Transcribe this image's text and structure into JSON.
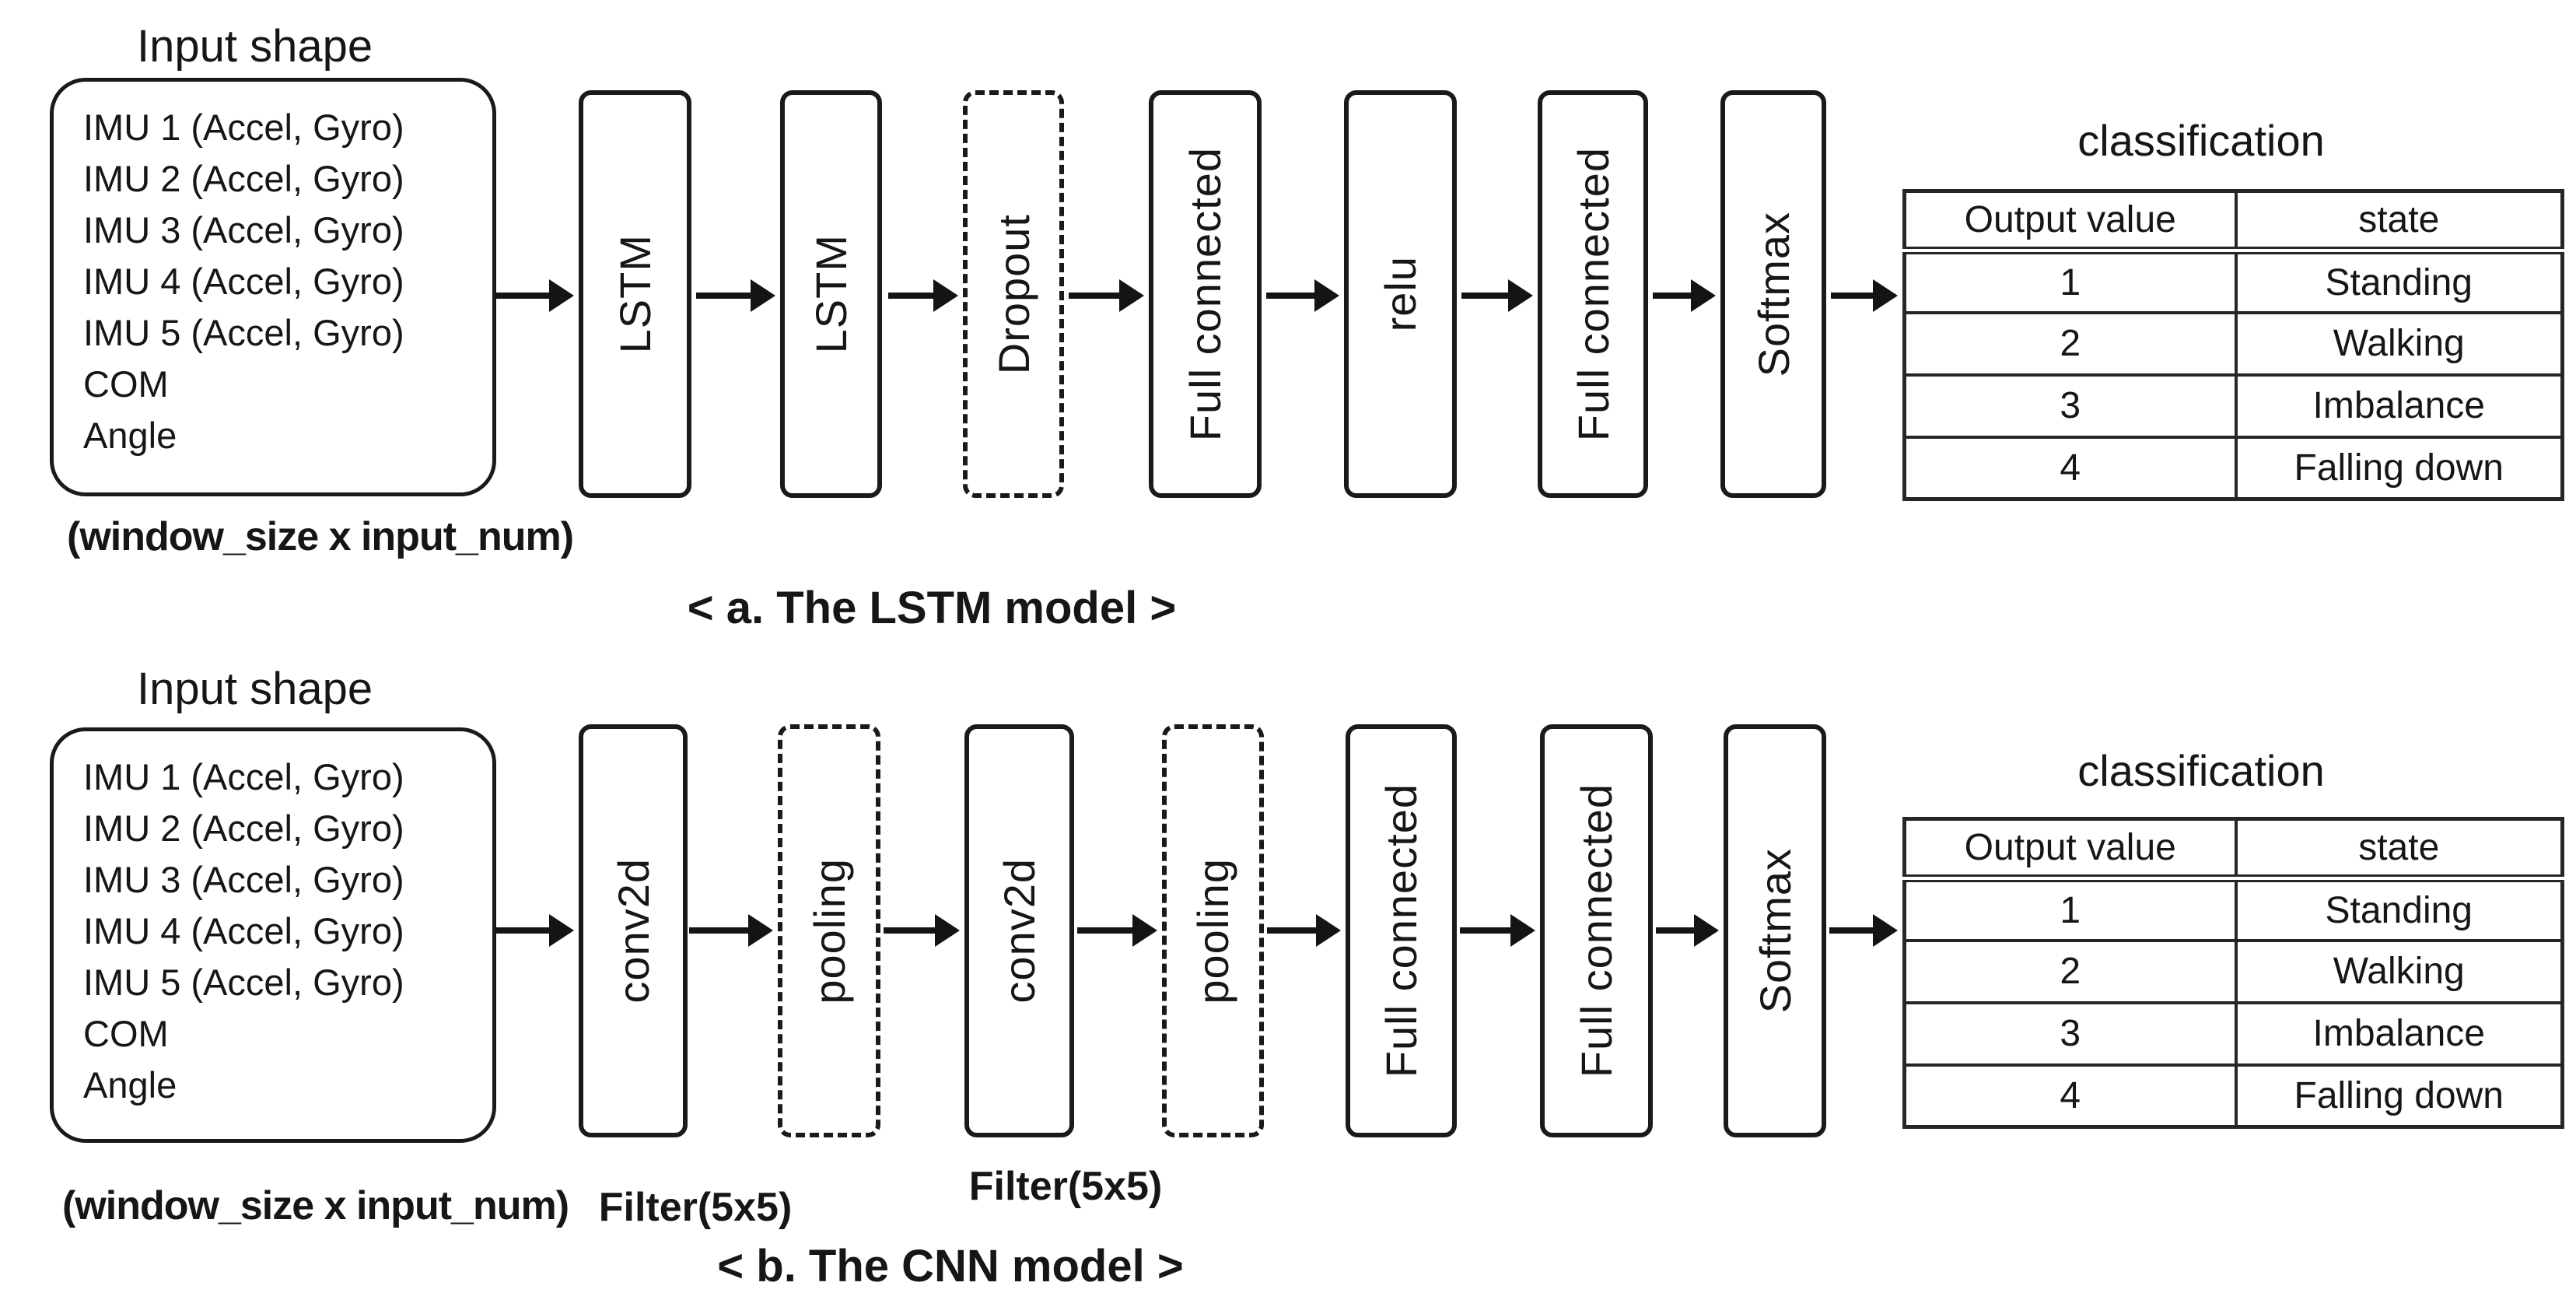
{
  "figure": {
    "colors": {
      "ink": "#1a1a1a",
      "background": "#ffffff"
    },
    "panels": [
      {
        "id": "a",
        "caption": "< a. The LSTM model >",
        "input": {
          "title": "Input shape",
          "lines": [
            "IMU 1 (Accel, Gyro)",
            "IMU 2 (Accel, Gyro)",
            "IMU 3 (Accel, Gyro)",
            "IMU 4 (Accel, Gyro)",
            "IMU 5 (Accel, Gyro)",
            "COM",
            "Angle"
          ],
          "note": "(window_size x input_num)"
        },
        "blocks": [
          {
            "label": "LSTM",
            "border": "solid"
          },
          {
            "label": "LSTM",
            "border": "solid"
          },
          {
            "label": "Dropout",
            "border": "dashed"
          },
          {
            "label": "Full connected",
            "border": "solid"
          },
          {
            "label": "relu",
            "border": "solid"
          },
          {
            "label": "Full connected",
            "border": "solid"
          },
          {
            "label": "Softmax",
            "border": "solid"
          }
        ],
        "classification": {
          "title": "classification",
          "headers": [
            "Output value",
            "state"
          ],
          "rows": [
            [
              "1",
              "Standing"
            ],
            [
              "2",
              "Walking"
            ],
            [
              "3",
              "Imbalance"
            ],
            [
              "4",
              "Falling down"
            ]
          ]
        }
      },
      {
        "id": "b",
        "caption": "< b. The CNN model >",
        "input": {
          "title": "Input shape",
          "lines": [
            "IMU 1 (Accel, Gyro)",
            "IMU 2 (Accel, Gyro)",
            "IMU 3 (Accel, Gyro)",
            "IMU 4 (Accel, Gyro)",
            "IMU 5 (Accel, Gyro)",
            "COM",
            "Angle"
          ],
          "note": "(window_size x input_num)"
        },
        "blocks": [
          {
            "label": "conv2d",
            "border": "solid",
            "sublabel": "Filter(5x5)"
          },
          {
            "label": "pooling",
            "border": "dashed"
          },
          {
            "label": "conv2d",
            "border": "solid",
            "sublabel": "Filter(5x5)"
          },
          {
            "label": "pooling",
            "border": "dashed"
          },
          {
            "label": "Full connected",
            "border": "solid"
          },
          {
            "label": "Full connected",
            "border": "solid"
          },
          {
            "label": "Softmax",
            "border": "solid"
          }
        ],
        "classification": {
          "title": "classification",
          "headers": [
            "Output value",
            "state"
          ],
          "rows": [
            [
              "1",
              "Standing"
            ],
            [
              "2",
              "Walking"
            ],
            [
              "3",
              "Imbalance"
            ],
            [
              "4",
              "Falling down"
            ]
          ]
        }
      }
    ]
  }
}
